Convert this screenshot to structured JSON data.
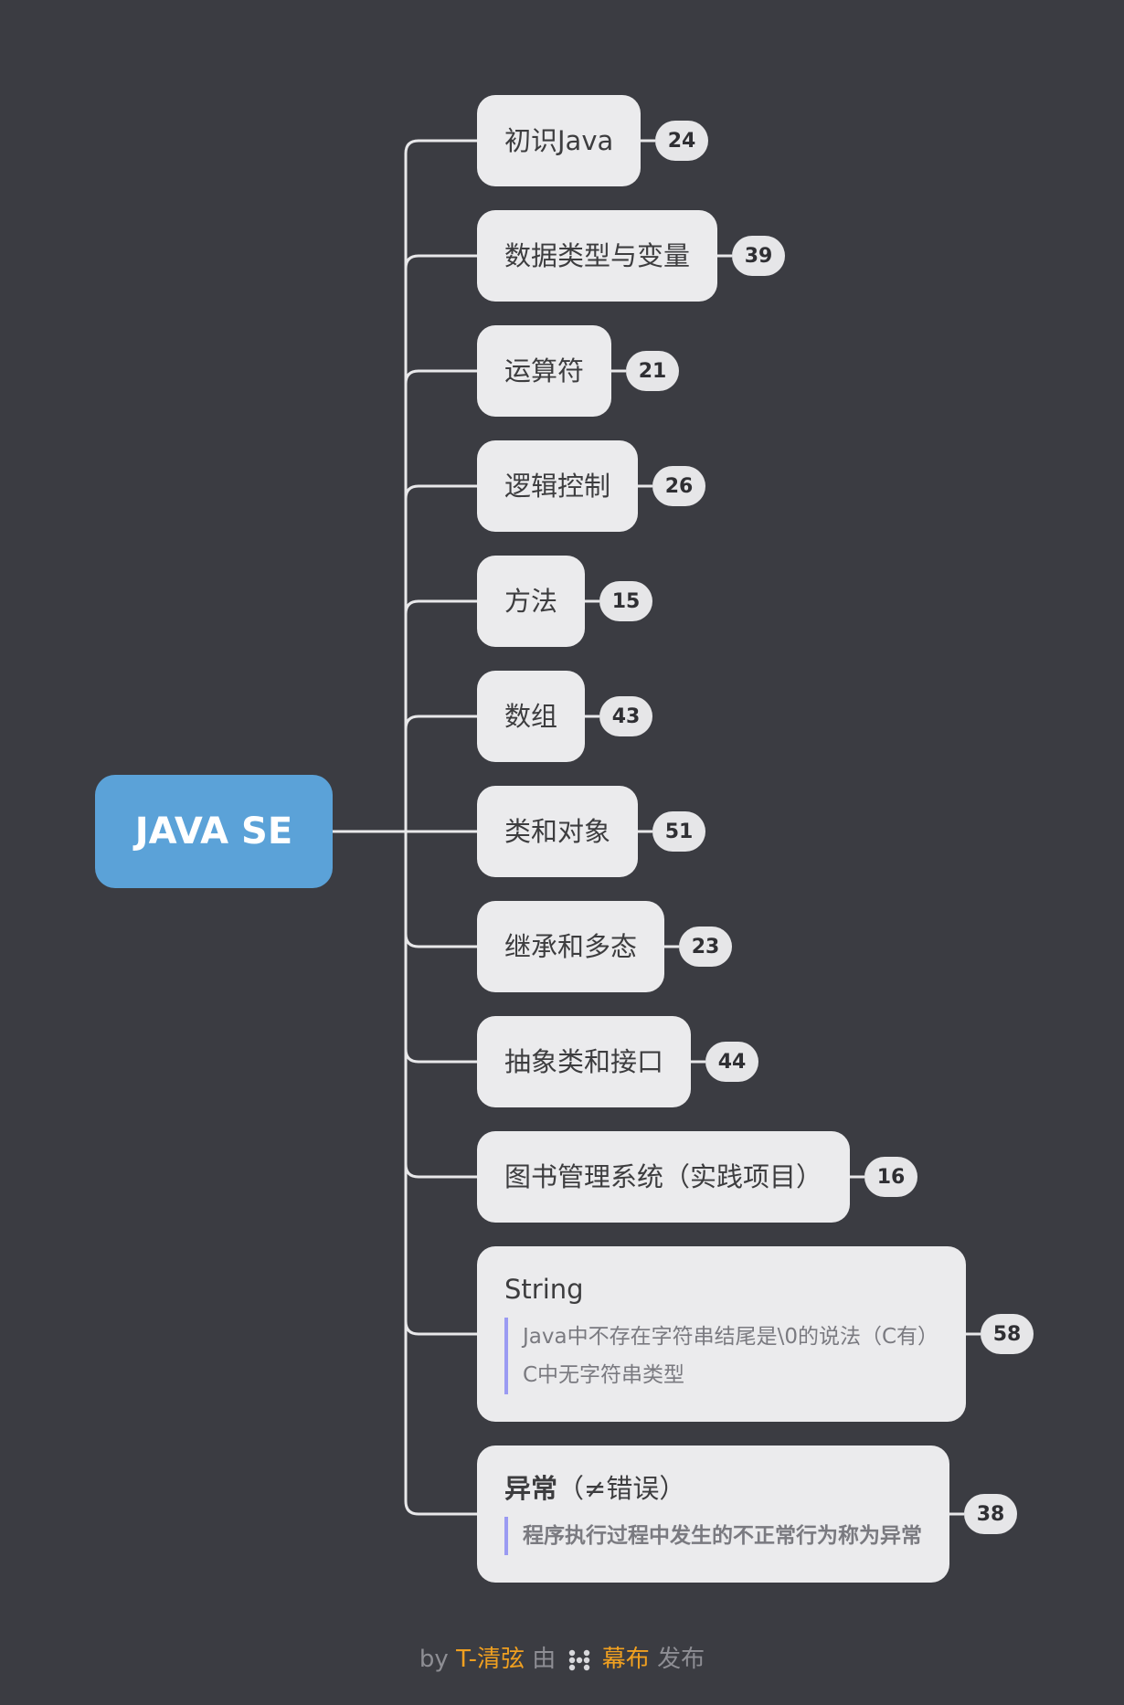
{
  "mindmap": {
    "root": {
      "label": "JAVA SE"
    },
    "children": [
      {
        "label": "初识Java",
        "count": "24"
      },
      {
        "label": "数据类型与变量",
        "count": "39"
      },
      {
        "label": "运算符",
        "count": "21"
      },
      {
        "label": "逻辑控制",
        "count": "26"
      },
      {
        "label": "方法",
        "count": "15"
      },
      {
        "label": "数组",
        "count": "43"
      },
      {
        "label": "类和对象",
        "count": "51"
      },
      {
        "label": "继承和多态",
        "count": "23"
      },
      {
        "label": "抽象类和接口",
        "count": "44"
      },
      {
        "label": "图书管理系统（实践项目）",
        "count": "16"
      },
      {
        "label": "String",
        "count": "58",
        "note_lines": [
          "Java中不存在字符串结尾是\\0的说法（C有）",
          "C中无字符串类型"
        ]
      },
      {
        "label": "异常",
        "label_suffix": "（≠错误）",
        "count": "38",
        "note_lines": [
          "程序执行过程中发生的不正常行为称为异常"
        ]
      }
    ]
  },
  "footer": {
    "by": "by",
    "author": "T-清弦",
    "via": "由",
    "platform": "幕布",
    "published": "发布"
  },
  "colors": {
    "background": "#3b3c42",
    "root": "#5ba2d8",
    "node": "#ebebed",
    "connector": "#e8e8ea",
    "note_bar": "#9a9af2",
    "footer_highlight": "#f0a020"
  }
}
